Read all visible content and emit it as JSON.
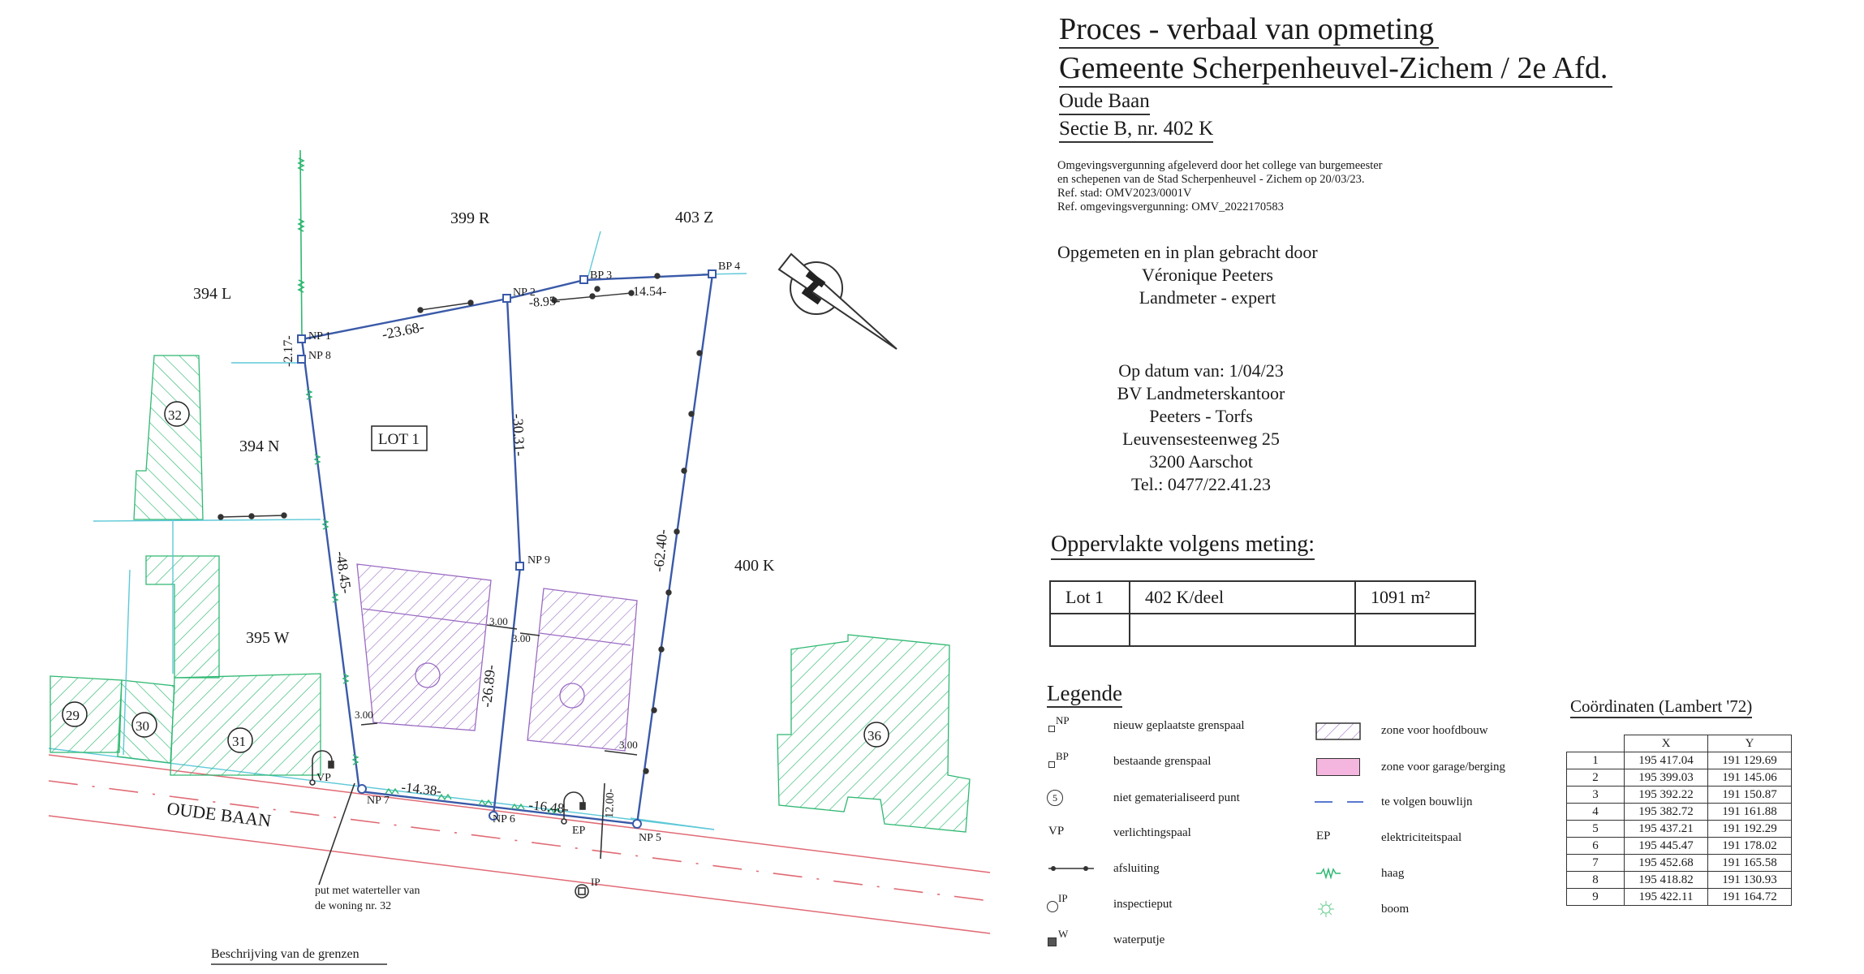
{
  "header": {
    "title": "Proces - verbaal van opmeting",
    "municipality": "Gemeente Scherpenheuvel-Zichem / 2e Afd.",
    "street": "Oude Baan",
    "section": "Sectie B, nr. 402 K"
  },
  "permit": {
    "line1": "Omgevingsvergunning afgeleverd door het college van burgemeester",
    "line2": "en schepenen van de Stad Scherpenheuvel - Zichem op 20/03/23.",
    "line3": "Ref. stad: OMV2023/0001V",
    "line4": "Ref. omgevingsvergunning: OMV_2022170583"
  },
  "surveyor": {
    "intro": "Opgemeten en in plan gebracht door",
    "name": "Véronique Peeters",
    "role": "Landmeter - expert"
  },
  "company": {
    "date": "Op datum van: 1/04/23",
    "name1": "BV  Landmeterskantoor",
    "name2": "Peeters - Torfs",
    "address": "Leuvensesteenweg 25",
    "city": "3200 Aarschot",
    "phone": "Tel.: 0477/22.41.23"
  },
  "area": {
    "title": "Oppervlakte volgens meting:",
    "rows": [
      {
        "lot": "Lot 1",
        "parcel": "402 K/deel",
        "size": "1091 m²"
      },
      {
        "lot": "",
        "parcel": "",
        "size": ""
      }
    ]
  },
  "legend": {
    "title": "Legende",
    "left": [
      {
        "symbol": "NP",
        "label": "nieuw geplaatste grenspaal"
      },
      {
        "symbol": "BP",
        "label": "bestaande grenspaal"
      },
      {
        "symbol": "5",
        "label": "niet gematerialiseerd punt"
      },
      {
        "symbol": "VP",
        "label": "verlichtingspaal"
      },
      {
        "symbol": "afsluiting-line",
        "label": "afsluiting"
      },
      {
        "symbol": "IP",
        "label": "inspectieput"
      },
      {
        "symbol": "W",
        "label": "waterputje"
      }
    ],
    "right": [
      {
        "symbol": "hatch-purple",
        "label": "zone  voor hoofdbouw"
      },
      {
        "symbol": "pink-fill",
        "label": "zone voor garage/berging"
      },
      {
        "symbol": "blue-dash",
        "label": "te volgen bouwlijn"
      },
      {
        "symbol": "EP",
        "label": "elektriciteitspaal"
      },
      {
        "symbol": "hedge",
        "label": "haag"
      },
      {
        "symbol": "tree",
        "label": "boom"
      }
    ]
  },
  "coordinates": {
    "title": "Coördinaten (Lambert '72)",
    "headers": [
      "X",
      "Y"
    ],
    "rows": [
      {
        "n": "1",
        "x": "195 417.04",
        "y": "191 129.69"
      },
      {
        "n": "2",
        "x": "195 399.03",
        "y": "191 145.06"
      },
      {
        "n": "3",
        "x": "195 392.22",
        "y": "191 150.87"
      },
      {
        "n": "4",
        "x": "195 382.72",
        "y": "191 161.88"
      },
      {
        "n": "5",
        "x": "195 437.21",
        "y": "191 192.29"
      },
      {
        "n": "6",
        "x": "195 445.47",
        "y": "191 178.02"
      },
      {
        "n": "7",
        "x": "195 452.68",
        "y": "191 165.58"
      },
      {
        "n": "8",
        "x": "195 418.82",
        "y": "191 130.93"
      },
      {
        "n": "9",
        "x": "195 422.11",
        "y": "191 164.72"
      }
    ]
  },
  "map": {
    "parcels": {
      "p399R": "399 R",
      "p403Z": "403 Z",
      "p394L": "394 L",
      "p394N": "394 N",
      "p395W": "395 W",
      "p400K": "400 K"
    },
    "lot_label": "LOT 1",
    "street_name": "OUDE BAAN",
    "houses": {
      "h29": "29",
      "h30": "30",
      "h31": "31",
      "h32": "32",
      "h36": "36"
    },
    "points": {
      "np1": "NP 1",
      "np2": "NP 2",
      "bp3": "BP 3",
      "bp4": "BP 4",
      "np5": "NP 5",
      "np6": "NP 6",
      "np7": "NP 7",
      "np8": "NP 8",
      "np9": "NP 9",
      "vp": "VP",
      "ep": "EP",
      "ip": "IP"
    },
    "dimensions": {
      "d2368": "-23.68-",
      "d895": "-8.95-",
      "d1454": "14.54-",
      "d3031": "-30.31-",
      "d2689": "-26.89-",
      "d6240": "-62.40-",
      "d4845": "-48.45-",
      "d217": "-2.17-",
      "d1438": "-14.38-",
      "d1648": "-16.48-",
      "d1200": "12.00-",
      "d300a": "3.00",
      "d300b": "3.00",
      "d300c": "3.00",
      "d300d": "3.00"
    },
    "annotation_line1": "put met waterteller van",
    "annotation_line2": "de woning nr. 32",
    "footer": "Beschrijving van de grenzen"
  }
}
